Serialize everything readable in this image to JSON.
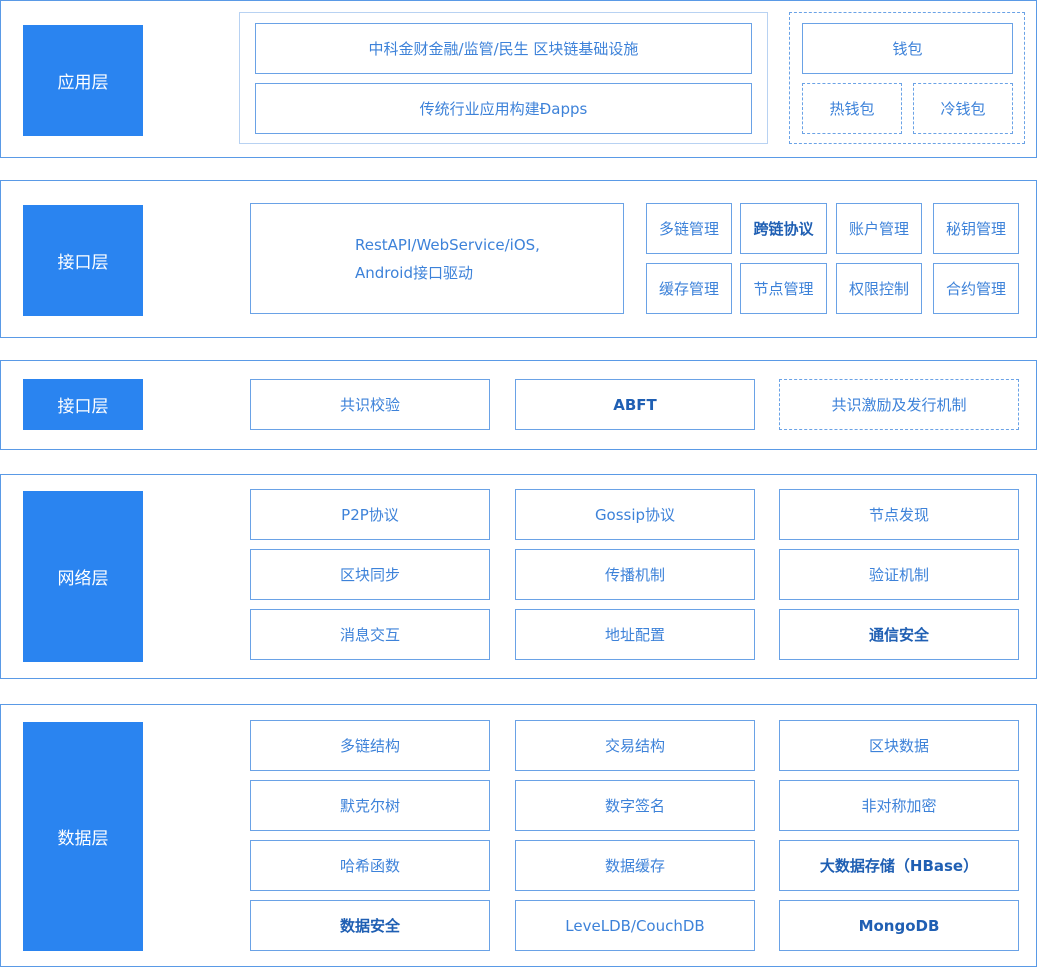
{
  "layers": {
    "app": {
      "label": "应用层"
    },
    "interface1": {
      "label": "接口层"
    },
    "interface2": {
      "label": "接口层"
    },
    "network": {
      "label": "网络层"
    },
    "data": {
      "label": "数据层"
    }
  },
  "app": {
    "items": [
      "中科金财金融/监管/民生 区块链基础设施",
      "传统行业应用构建Đapps"
    ],
    "wallet": {
      "title": "钱包",
      "hot": "热钱包",
      "cold": "冷钱包"
    }
  },
  "interface1": {
    "api_line1": "RestAPI/WebService/iOS,",
    "api_line2": "Android接口驱动",
    "grid": [
      [
        "多链管理",
        "跨链协议",
        "账户管理",
        "秘钥管理"
      ],
      [
        "缓存管理",
        "节点管理",
        "权限控制",
        "合约管理"
      ]
    ]
  },
  "interface2": {
    "items": [
      "共识校验",
      "ABFT",
      "共识激励及发行机制"
    ]
  },
  "network": {
    "rows": [
      [
        "P2P协议",
        "Gossip协议",
        "节点发现"
      ],
      [
        "区块同步",
        "传播机制",
        "验证机制"
      ],
      [
        "消息交互",
        "地址配置",
        "通信安全"
      ]
    ]
  },
  "data": {
    "rows": [
      [
        "多链结构",
        "交易结构",
        "区块数据"
      ],
      [
        "默克尔树",
        "数字签名",
        "非对称加密"
      ],
      [
        "哈希函数",
        "数据缓存",
        "大数据存储（HBase）"
      ],
      [
        "数据安全",
        "LeveLDB/CouchDB",
        "MongoDB"
      ]
    ]
  }
}
